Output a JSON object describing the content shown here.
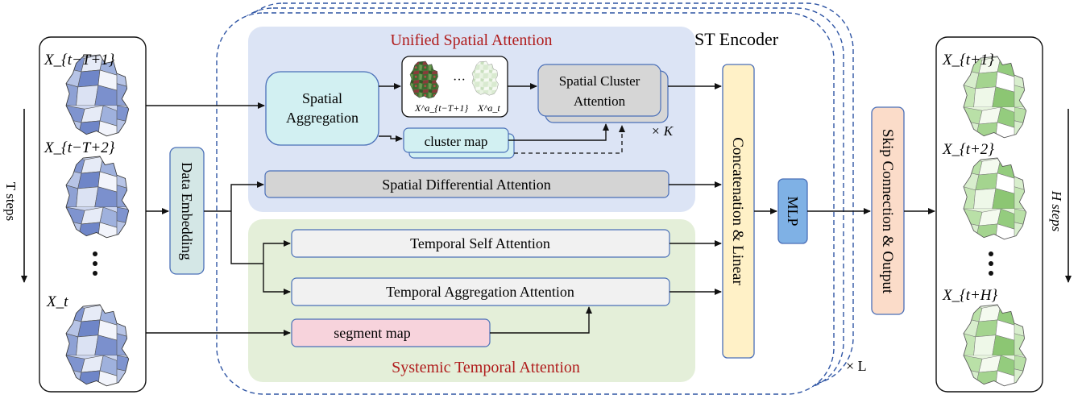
{
  "diagram": {
    "encoder_title": "ST Encoder",
    "unified_spatial_title": "Unified Spatial Attention",
    "systemic_temporal_title": "Systemic Temporal Attention",
    "repeat_k": "× K",
    "repeat_l": "× L",
    "input": {
      "label_1": "X_{t−T+1}",
      "label_2": "X_{t−T+2}",
      "label_last": "X_t",
      "dots": "•\n•\n•",
      "steps_label": "T steps"
    },
    "output": {
      "label_1": "X_{t+1}",
      "label_2": "X_{t+2}",
      "label_last": "X_{t+H}",
      "dots": "•\n•\n•",
      "steps_label": "H steps"
    },
    "blocks": {
      "data_embedding": "Data Embedding",
      "spatial_aggregation_1": "Spatial",
      "spatial_aggregation_2": "Aggregation",
      "cluster_map": "cluster map",
      "spatial_cluster_attention_1": "Spatial Cluster",
      "spatial_cluster_attention_2": "Attention",
      "spatial_differential_attention": "Spatial Differential Attention",
      "temporal_self_attention": "Temporal Self Attention",
      "temporal_aggregation_attention": "Temporal Aggregation Attention",
      "segment_map": "segment map",
      "concat_linear": "Concatenation & Linear",
      "mlp": "MLP",
      "skip_output": "Skip Connection & Output"
    },
    "thumbnails": {
      "first_label": "X^a_{t−T+1}",
      "last_label": "X^a_t",
      "ellipsis": "···"
    },
    "colors": {
      "input_map": "#8fa2d6",
      "output_map": "#a8d596",
      "usa_panel": "#dce4f5",
      "sta_panel": "#e4efd9",
      "title_red": "#b01c1c",
      "encoder_dash": "#2f55a4",
      "spatial_agg": "#d2f0f2",
      "cluster_attn": "#d6d6d6",
      "diff_attn": "#d4d4d4",
      "temporal_box": "#f1f1f1",
      "segment_map": "#f7d3dc",
      "data_embedding": "#d4e7e6",
      "concat": "#fff1c7",
      "mlp": "#7fb1e5",
      "skip": "#fbdcc9"
    }
  }
}
